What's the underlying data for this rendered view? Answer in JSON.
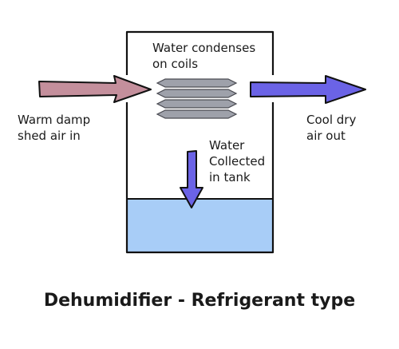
{
  "title": "Dehumidifier - Refrigerant type",
  "labels": {
    "condenses": "Water condenses\non coils",
    "inlet": "Warm damp\nshed air in",
    "outlet": "Cool dry\nair out",
    "collected": "Water\nCollected\nin tank"
  },
  "colors": {
    "inlet_arrow": "#c48f9c",
    "outlet_arrow": "#6b63e6",
    "drip_arrow": "#6b63e6",
    "tank_water": "#a8cdf7",
    "coil": "#9ea1aa",
    "outline": "#111111"
  }
}
